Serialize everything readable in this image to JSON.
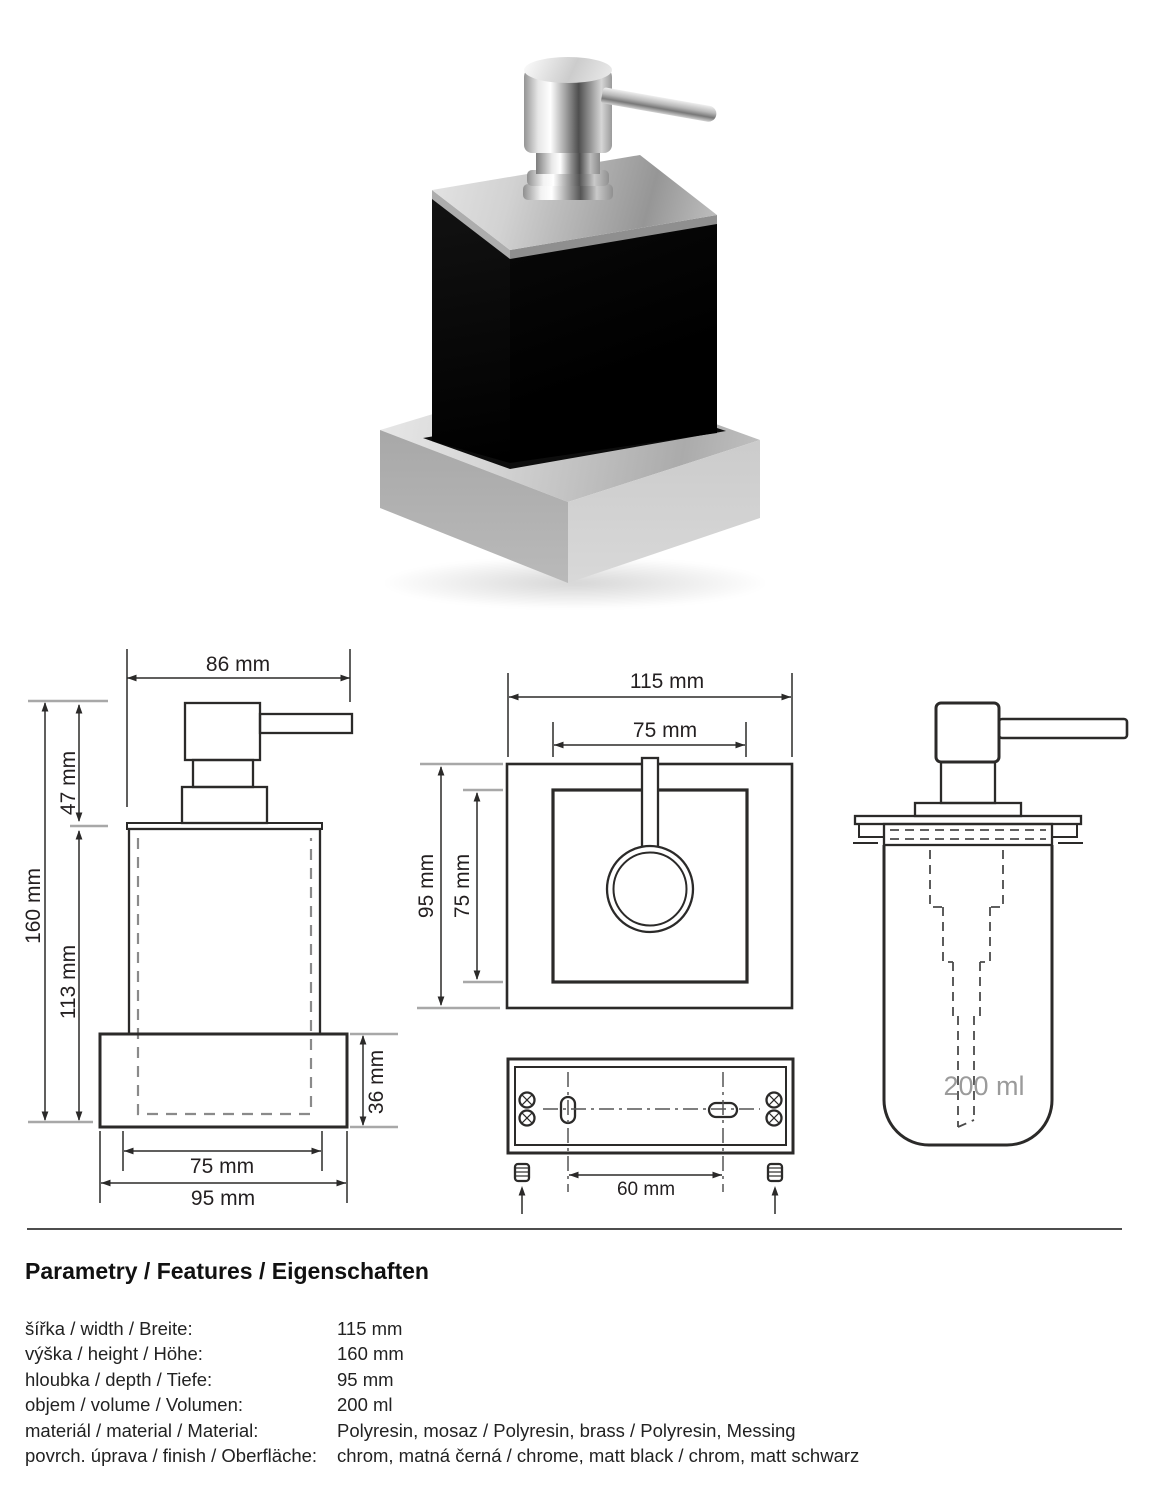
{
  "colors": {
    "line": "#2b2a29",
    "extension_gray": "#a8a8a8",
    "muted_gray": "#9b9b9b",
    "chrome": "#c9c9c9",
    "body_black": "#0a0a0a"
  },
  "front_view": {
    "top_width": "86 mm",
    "pump_height": "47 mm",
    "total_height": "160 mm",
    "body_height": "113 mm",
    "holder_height": "36 mm",
    "body_width": "75 mm",
    "base_width": "95 mm"
  },
  "top_view": {
    "outer_width": "115 mm",
    "inner_width": "75 mm",
    "outer_depth": "95 mm",
    "inner_depth": "75 mm",
    "hole_spacing": "60 mm"
  },
  "side_view": {
    "volume": "200 ml"
  },
  "specs": {
    "title": "Parametry / Features / Eigenschaften",
    "rows": [
      {
        "label": "šířka / width / Breite:",
        "value": "115 mm"
      },
      {
        "label": "výška / height / Höhe:",
        "value": "160 mm"
      },
      {
        "label": "hloubka / depth / Tiefe:",
        "value": "95 mm"
      },
      {
        "label": "objem / volume / Volumen:",
        "value": "200 ml"
      },
      {
        "label": "materiál / material / Material:",
        "value": "Polyresin, mosaz / Polyresin, brass / Polyresin, Messing"
      },
      {
        "label": "povrch. úprava / finish / Oberfläche:",
        "value": "chrom, matná černá / chrome, matt black / chrom, matt schwarz"
      }
    ]
  }
}
